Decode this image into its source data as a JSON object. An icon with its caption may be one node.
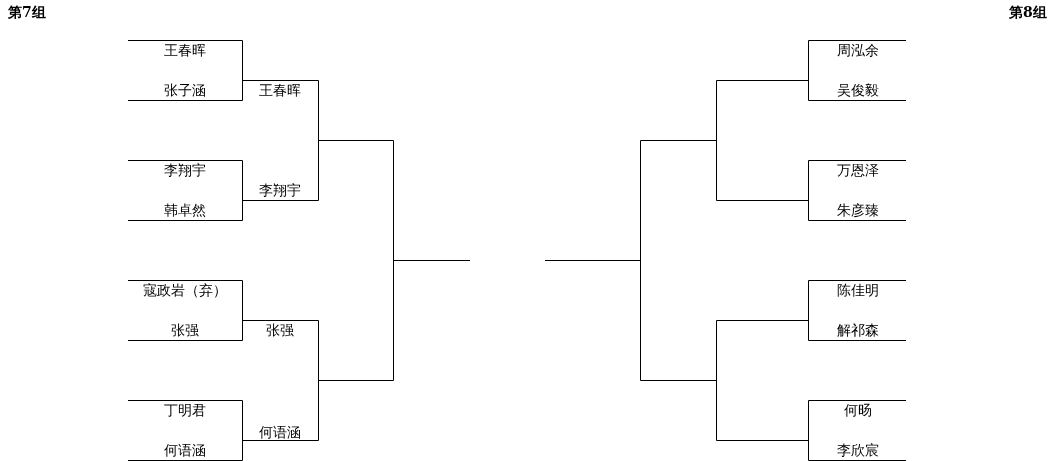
{
  "diagram": {
    "labels": [
      "第7组",
      "第8组",
      "王春晖",
      "张子涵",
      "王春晖",
      "李翔宇",
      "韩卓然",
      "李翔宇",
      "寇政岩（弃）",
      "张强",
      "张强",
      "丁明君",
      "何语涵",
      "何语涵",
      "周泓余",
      "吴俊毅",
      "万恩泽",
      "朱彦臻",
      "陈佳明",
      "解祁森",
      "何旸",
      "李欣宸"
    ]
  }
}
